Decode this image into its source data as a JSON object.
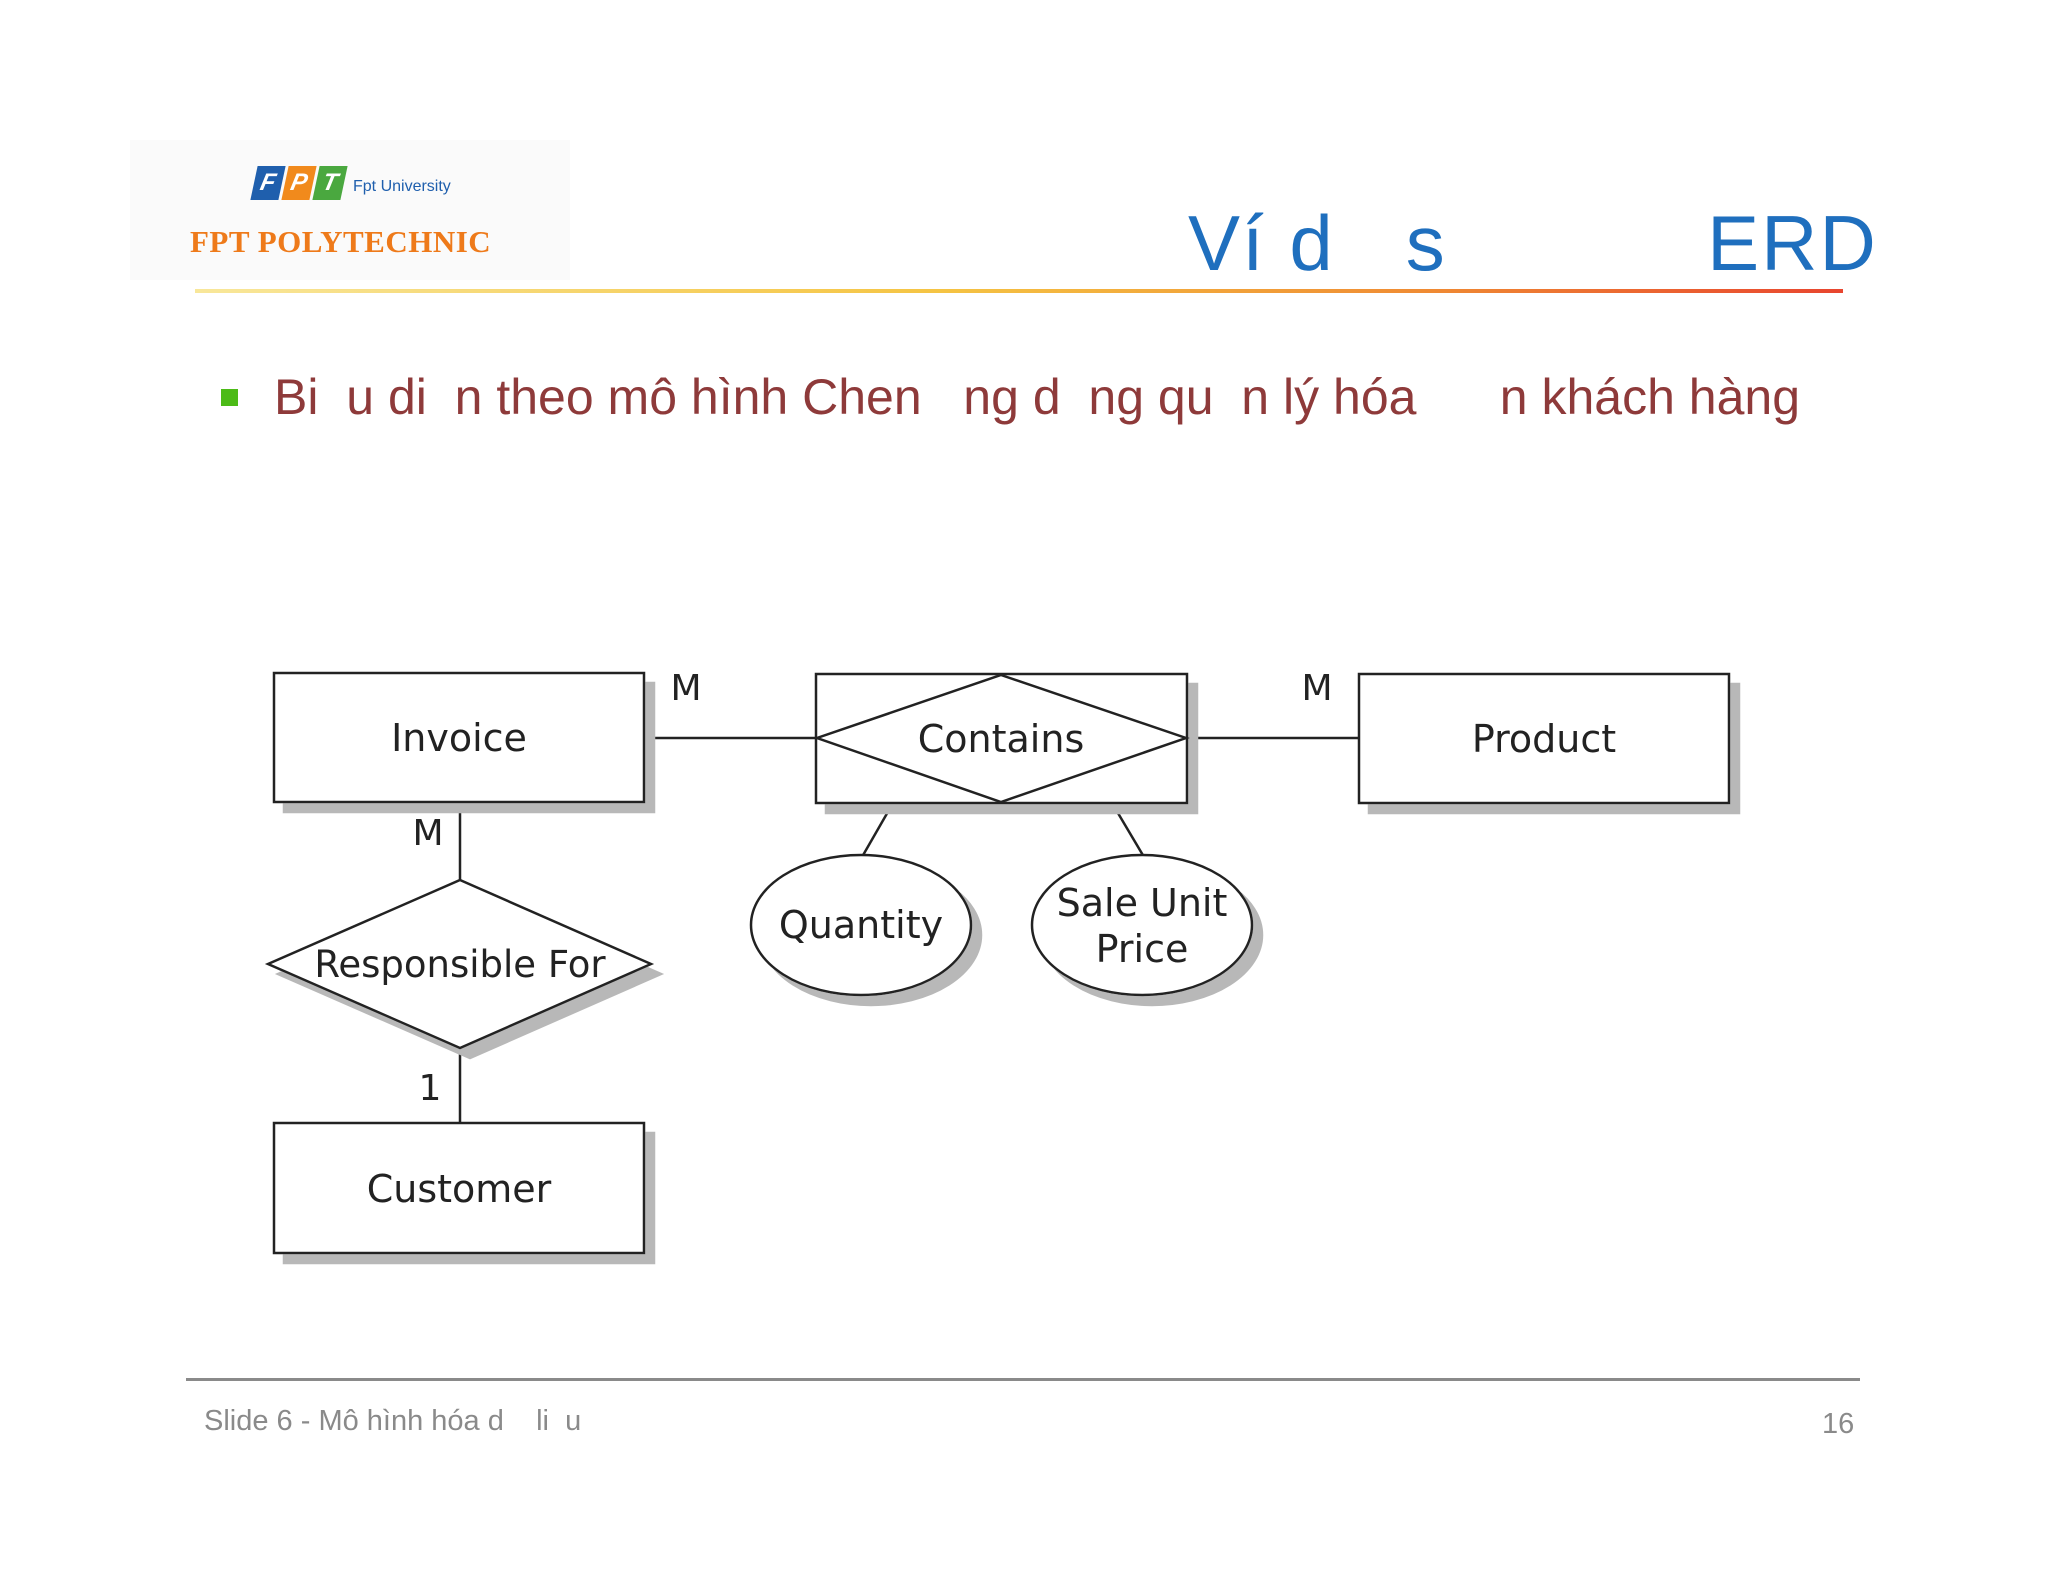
{
  "header": {
    "logo": {
      "letters": [
        "F",
        "P",
        "T"
      ],
      "university": "Fpt University",
      "brand": "FPT POLYTECHNIC"
    },
    "title": "Ví d   s           ERD"
  },
  "bullet": {
    "text": "Bi  u di  n theo mô hình Chen   ng d  ng qu  n lý hóa      n khách hàng"
  },
  "diagram": {
    "entities": {
      "invoice": "Invoice",
      "product": "Product",
      "customer": "Customer"
    },
    "relationships": {
      "contains": "Contains",
      "responsible_for": "Responsible For"
    },
    "attributes": {
      "quantity": "Quantity",
      "sale_unit_price_line1": "Sale Unit",
      "sale_unit_price_line2": "Price"
    },
    "cardinalities": {
      "invoice_contains": "M",
      "contains_product": "M",
      "invoice_responsible": "M",
      "responsible_customer": "1"
    }
  },
  "footer": {
    "left": "Slide 6 - Mô hình hóa d    li  u",
    "page": "16"
  },
  "colors": {
    "title": "#1f6fbe",
    "bullet_text": "#8e3a3a",
    "bullet_square": "#4cbb17",
    "brand_orange": "#ee7a1a"
  }
}
